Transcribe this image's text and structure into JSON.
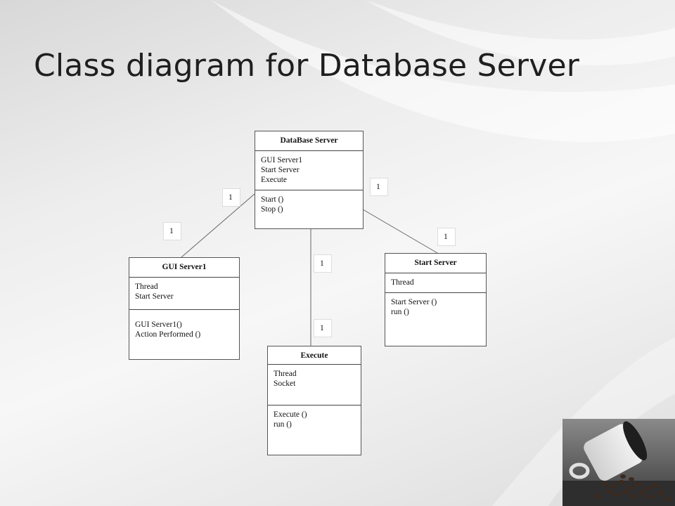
{
  "title": "Class diagram for Database Server",
  "classes": {
    "database_server": {
      "name": "DataBase Server",
      "attributes": [
        "GUI Server1",
        "Start Server",
        "Execute"
      ],
      "operations": [
        "Start ()",
        "Stop ()"
      ]
    },
    "gui_server": {
      "name": "GUI Server1",
      "attributes": [
        "Thread",
        "Start Server"
      ],
      "operations": [
        "GUI Server1()",
        "Action Performed ()"
      ]
    },
    "start_server": {
      "name": "Start Server",
      "attributes": [
        "Thread"
      ],
      "operations": [
        "Start Server ()",
        "run ()"
      ]
    },
    "execute": {
      "name": "Execute",
      "attributes": [
        "Thread",
        "Socket"
      ],
      "operations": [
        "Execute ()",
        "run ()"
      ]
    }
  },
  "multiplicities": {
    "db_to_gui_db_end": "1",
    "db_to_gui_gui_end": "1",
    "db_to_start_db_end": "1",
    "db_to_start_start_end": "1",
    "db_to_execute_db_end": "1",
    "db_to_execute_execute_end": "1"
  }
}
